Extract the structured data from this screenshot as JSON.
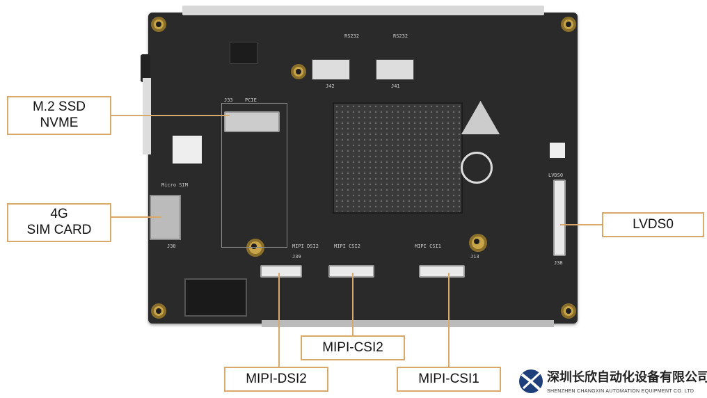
{
  "labels": {
    "m2_ssd": "M.2 SSD\nNVME",
    "sim": "4G\nSIM CARD",
    "lvds0": "LVDS0",
    "mipi_csi2": "MIPI-CSI2",
    "mipi_dsi2": "MIPI-DSI2",
    "mipi_csi1": "MIPI-CSI1"
  },
  "silkscreen": {
    "j33": "J33",
    "pcie": "PCIE",
    "j42": "J42",
    "j41": "J41",
    "micro_sim": "Micro SIM",
    "j30": "J30",
    "mipi_dsi2": "MIPI DSI2",
    "mipi_csi2": "MIPI CSI2",
    "mipi_csi1": "MIPI CSI1",
    "j39": "J39",
    "j13": "J13",
    "lvds0": "LVDS0",
    "j38": "J38",
    "rs232a": "RS232",
    "rs232b": "RS232"
  },
  "company": {
    "name_cn": "深圳长欣自动化设备有限公司",
    "name_en": "SHENZHEN CHANGXIN AUTOMATION EQUIPMENT CO. LTD",
    "brand_color": "#1e3f7a"
  },
  "colors": {
    "label_border": "#d8a96a",
    "board": "#2a2a2a",
    "hole": "#c9a54a"
  }
}
